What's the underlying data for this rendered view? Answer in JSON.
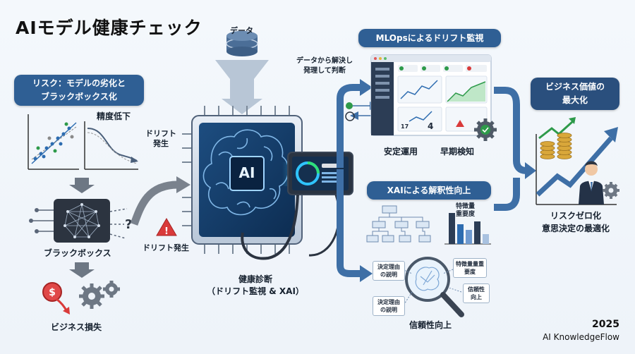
{
  "title": "AIモデル健康チェック",
  "data_label": "データ",
  "risk": {
    "line1": "リスク：モデルの劣化と",
    "line2": "ブラックボックス化",
    "accuracy_drop": "精度低下",
    "black_box": "ブラックボックス",
    "business_loss": "ビジネス損失"
  },
  "drift_label_1a": "ドリフト",
  "drift_label_1b": "発生",
  "drift_label_2": "ドリフト発生",
  "chip_text": "AI",
  "diagnosis": {
    "line1": "健康診断",
    "line2": "（ドリフト監視 & XAI）"
  },
  "mlops": {
    "title": "MLOpsによるドリフト監視",
    "detect_line1": "データから解決し",
    "detect_line2": "発理して判断",
    "stable": "安定運用",
    "early": "早期検知",
    "chart_digits": "17",
    "chart_digit2": "4"
  },
  "xai": {
    "title": "XAIによる解釈性向上",
    "feature_line1": "特徴量",
    "feature_line2": "重要度",
    "tag_reason1": "決定理由の説明",
    "tag_feature": "特徴量量重要度",
    "tag_trust": "信頼性向上",
    "tag_reason2": "決定理由の説明",
    "trust": "信頼性向上"
  },
  "business": {
    "title_line1": "ビジネス価値の",
    "title_line2": "最大化",
    "result_line1": "リスクゼロ化",
    "result_line2": "意思決定の最適化"
  },
  "footer": {
    "year": "2025",
    "brand": "AI KnowledgeFlow"
  },
  "colors": {
    "accent_blue": "#2f5f94",
    "arrow_blue": "#3e6fa6",
    "alert_red": "#d93a3a",
    "trend_green": "#2e9a4a"
  }
}
